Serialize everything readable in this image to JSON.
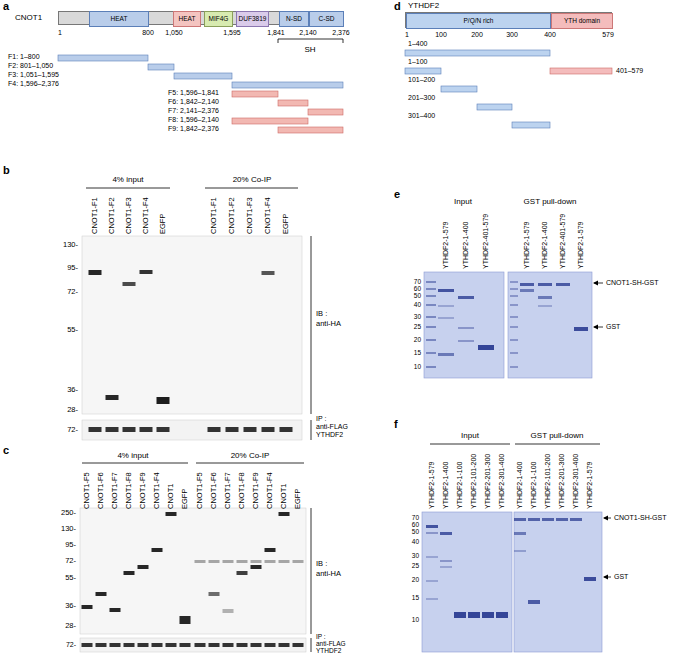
{
  "diagram": {
    "nodes": [
      {
        "text": [
          "CNOT1"
        ]
      },
      {
        "text": [
          "HEAT"
        ],
        "in": 0
      },
      {
        "text": [
          "HEAT"
        ],
        "in": 0
      },
      {
        "text": [
          "MIF4G"
        ],
        "in": 0
      },
      {
        "text": [
          "DUF3819"
        ],
        "in": 0
      },
      {
        "text": [
          "N-SD"
        ],
        "in": 0
      },
      {
        "text": [
          "C-SD"
        ],
        "in": 0
      },
      {
        "text": [
          "YTHDF2"
        ]
      },
      {
        "text": [
          "P/Q/N rich"
        ],
        "in": 7
      },
      {
        "text": [
          "YTH domain"
        ],
        "in": 7
      }
    ],
    "labels": [
      "a",
      "d",
      "b",
      "e",
      "c",
      "f",
      "1",
      "800",
      "1,050",
      "1,595",
      "1,841",
      "2,140",
      "2,376",
      "SH",
      "F1: 1–800",
      "F2: 801–1,050",
      "F3: 1,051–1,595",
      "F4: 1,596–2,376",
      "F5: 1,596–1,841",
      "F6: 1,842–2,140",
      "F7: 2,141–2,376",
      "F8: 1,596–2,140",
      "F9: 1,842–2,376",
      "1",
      "100",
      "200",
      "300",
      "400",
      "579",
      "1–400",
      "1–100",
      "401–579",
      "101–200",
      "201–300",
      "301–400",
      "4% input",
      "20% Co-IP",
      "CNOT1-F1",
      "CNOT1-F2",
      "CNOT1-F3",
      "CNOT1-F4",
      "EGFP",
      "CNOT1-F1",
      "CNOT1-F2",
      "CNOT1-F3",
      "CNOT1-F4",
      "EGFP",
      "130-",
      "95-",
      "72-",
      "55-",
      "36-",
      "28-",
      "IB :",
      "anti-HA",
      "72-",
      "IP :",
      "anti-FLAG",
      "YTHDF2",
      "4% input",
      "20% Co-IP",
      "CNOT1-F5",
      "CNOT1-F6",
      "CNOT1-F7",
      "CNOT1-F8",
      "CNOT1-F9",
      "CNOT1-F4",
      "CNOT1",
      "EGFP",
      "CNOT1-F5",
      "CNOT1-F6",
      "CNOT1-F7",
      "CNOT1-F8",
      "CNOT1-F9",
      "CNOT1-F4",
      "CNOT1",
      "EGFP",
      "250-",
      "130-",
      "95-",
      "72-",
      "55-",
      "36-",
      "28-",
      "IB :",
      "anti-HA",
      "72-",
      "IP :",
      "anti-FLAG",
      "YTHDF2",
      "Input",
      "GST pull-down",
      "YTHDF2-1-579",
      "YTHDF2-1-400",
      "YTHDF2-401-579",
      "YTHDF2-1-579",
      "YTHDF2-1-400",
      "YTHDF2-401-579",
      "YTHDF2-1-579",
      "70",
      "60",
      "50",
      "40",
      "30",
      "25",
      "20",
      "15",
      "10",
      "CNOT1-SH-GST",
      "GST",
      "Input",
      "GST pull-down",
      "YTHDF2-1-579",
      "YTHDF2-1-400",
      "YTHDF2-1-100",
      "YTHDF2-101-200",
      "YTHDF2-201-300",
      "YTHDF2-301-400",
      "YTHDF2-1-400",
      "YTHDF2-1-100",
      "YTHDF2-101-200",
      "YTHDF2-201-300",
      "YTHDF2-301-400",
      "YTHDF2-1-579",
      "70",
      "60",
      "50",
      "40",
      "30",
      "25",
      "20",
      "15",
      "10",
      "CNOT1-SH-GST",
      "GST"
    ]
  }
}
